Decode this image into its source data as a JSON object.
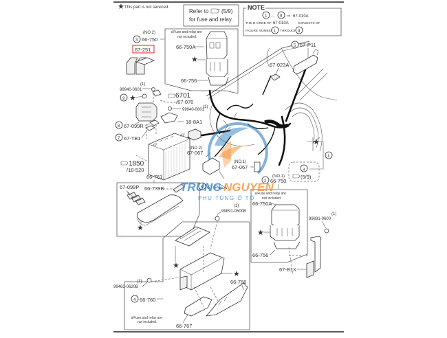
{
  "header": {
    "not_serviced_note": "This part is not serviced.",
    "refer_box": {
      "line1": "Refer to",
      "ref": "(5/9)",
      "line2": "for fuse and relay."
    },
    "note_box": {
      "title": "NOTE",
      "range_start": "1",
      "range_end": "9",
      "range_code": "67-010A",
      "text1": "THE D-CODE OF",
      "code": "67-010A",
      "text2": "CONSISTS OF",
      "text3": "FIGURE NUMBERS",
      "from": "1",
      "through_label": "THROUGH",
      "to": "9"
    }
  },
  "callouts": {
    "c3": {
      "num": "3",
      "sub": "(NO 2)",
      "code": "66-750"
    },
    "highlight": {
      "code": "67-251",
      "color": "#e02020"
    },
    "c9": {
      "num": "9"
    },
    "c8": {
      "num": "8",
      "code": "67-099R"
    },
    "c7": {
      "num": "7",
      "code": "67-TB1"
    },
    "c5": {
      "num": "5",
      "code": "67-P11"
    },
    "c6": {
      "num": "6",
      "code": "67-P12A"
    },
    "c2": {
      "num": "2",
      "sub": "(NO.1)",
      "code": "66-750"
    },
    "c1": {
      "num": "1"
    },
    "c4": {
      "num": "4",
      "code": "66-760"
    },
    "ca": {
      "letter": "a",
      "ref": "(5/9)"
    }
  },
  "labels": {
    "p6701": "6701",
    "p67070": "/67-070",
    "p1850": "1850",
    "p18520": "/18-520",
    "bolt1_qty": "(1)",
    "bolt1": "99940-0601",
    "bolt2_qty": "(1)",
    "bolt2": "99940-0801",
    "p188a1": "18-8A1",
    "p67067_no2_sub": "(NO 2)",
    "p67067_no2": "67-067",
    "p67067_no1_sub": "(NO.1)",
    "p67067_no1": "67-067",
    "p67023a": "67-023A",
    "p66761": "66-761",
    "p67099p": "67-099P",
    "p66739b": "66-739B",
    "bolt3_qty": "(1)",
    "bolt3": "99891-0600B",
    "bolt4_qty": "(1)",
    "bolt4": "99891-0600",
    "bolt5_qty": "(1)",
    "bolt5": "99463-0620B",
    "p67b1x": "67-B1X",
    "p66766": "66-766",
    "p66767": "66-767"
  },
  "insets": {
    "top": {
      "note": "※Fuse and relay are",
      "note2": "not included.",
      "a": "66-750A",
      "b": "66-756"
    },
    "right": {
      "note": "※Fuse and relay are",
      "note2": "not included.",
      "a": "66-750A",
      "b": "66-756"
    },
    "bottom": {
      "note": "※Fuse and relay are",
      "note2": "not included."
    }
  },
  "watermark": {
    "brand_left": "TRUNG",
    "brand_right": "NGUYEN",
    "tagline": "PHỤ TÙNG Ô TÔ",
    "colors": {
      "blue": "#2f7fc4",
      "orange": "#f08a2a"
    }
  }
}
